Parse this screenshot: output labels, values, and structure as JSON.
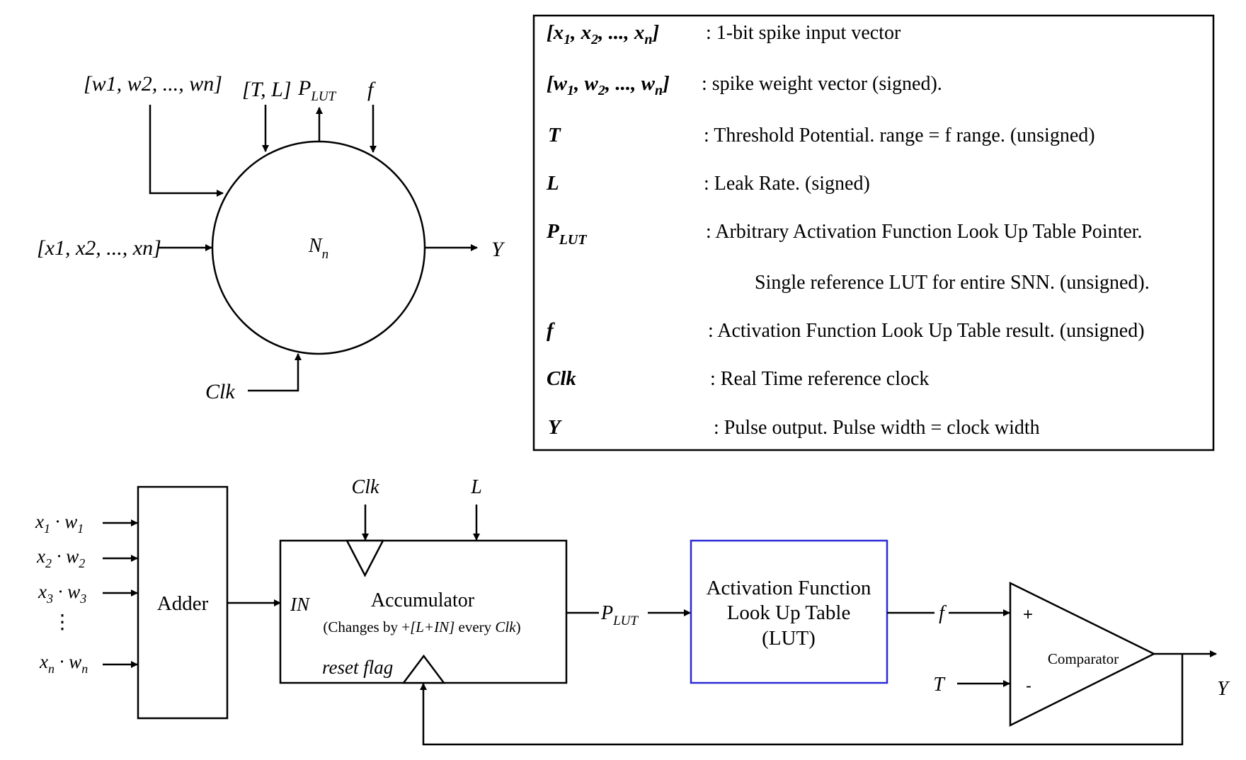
{
  "neuron": {
    "weights_label": "[w1, w2, ..., wn]",
    "tl_label": "[T, L]",
    "plut_main": "P",
    "plut_sub": "LUT",
    "f_label": "f",
    "inputs_label": "[x1, x2, ..., xn]",
    "node_main": "N",
    "node_sub": "n",
    "output_label": "Y",
    "clk_label": "Clk"
  },
  "legend": {
    "rows": [
      {
        "symbol": "[x1, x2, ..., xn]",
        "desc": ": 1-bit spike input vector"
      },
      {
        "symbol": "[w1, w2, ..., wn]",
        "desc": ": spike weight vector (signed)."
      },
      {
        "symbol": "T",
        "desc": ": Threshold Potential. range = f range. (unsigned)"
      },
      {
        "symbol": "L",
        "desc": ": Leak Rate. (signed)"
      },
      {
        "symbol": "PLUT",
        "desc": ": Arbitrary Activation Function Look Up Table Pointer."
      },
      {
        "symbol": "",
        "desc": "Single reference LUT for entire SNN. (unsigned)."
      },
      {
        "symbol": "f",
        "desc": ": Activation Function Look Up Table result. (unsigned)"
      },
      {
        "symbol": "Clk",
        "desc": ": Real Time reference clock"
      },
      {
        "symbol": "Y",
        "desc": ": Pulse output. Pulse width = clock width"
      }
    ]
  },
  "pipeline": {
    "inputs": [
      "x1 · w1",
      "x2 · w2",
      "x3 · w3",
      "⋮",
      "xn · wn"
    ],
    "adder_label": "Adder",
    "clk_label": "Clk",
    "l_label": "L",
    "in_label": "IN",
    "accumulator_title": "Accumulator",
    "accumulator_note": "(Changes by +[L+IN] every Clk)",
    "reset_label": "reset flag",
    "plut_main": "P",
    "plut_sub": "LUT",
    "lut_lines": [
      "Activation Function",
      "Look Up Table",
      "(LUT)"
    ],
    "f_label": "f",
    "t_label": "T",
    "plus": "+",
    "minus": "-",
    "comparator_label": "Comparator",
    "y_label": "Y"
  },
  "colors": {
    "lut_border": "#2a2ad4",
    "stroke": "#000000"
  }
}
